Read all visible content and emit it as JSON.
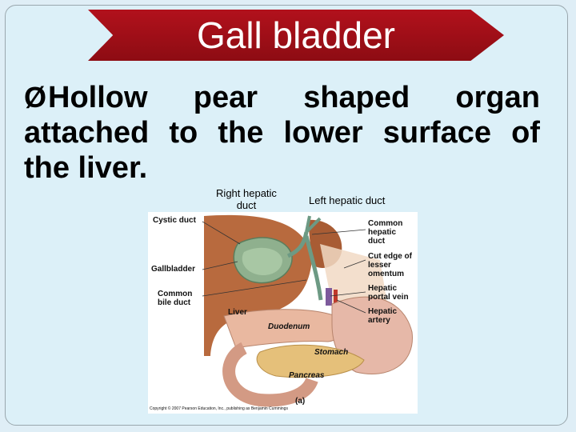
{
  "slide": {
    "title": "Gall bladder",
    "bullet_symbol": "Ø",
    "body_lines": [
      [
        "Hollow",
        "pear",
        "shaped",
        "organ"
      ],
      [
        "attached",
        "to",
        "the",
        "lower",
        "surface",
        "of"
      ],
      [
        "the liver."
      ]
    ]
  },
  "callouts": {
    "right_hepatic_duct": "Right hepatic duct",
    "left_hepatic_duct": "Left hepatic duct"
  },
  "figure": {
    "labels": {
      "cystic_duct": "Cystic duct",
      "gallbladder": "Gallbladder",
      "common_bile_duct": "Common bile duct",
      "liver": "Liver",
      "duodenum": "Duodenum",
      "stomach": "Stomach",
      "pancreas": "Pancreas",
      "common_hepatic_duct": "Common hepatic duct",
      "cut_edge": "Cut edge of lesser omentum",
      "hepatic_portal_vein": "Hepatic portal vein",
      "hepatic_artery": "Hepatic artery",
      "panel": "(a)",
      "copyright": "Copyright © 2007 Pearson Education, Inc., publishing as Benjamin Cummings"
    }
  },
  "colors": {
    "banner": "#a8101a",
    "background": "#dcf0f8",
    "liver": "#b86a3e",
    "gallbladder": "#8fb08e",
    "duodenum": "#e9b8a0",
    "pancreas": "#e5c07a"
  }
}
